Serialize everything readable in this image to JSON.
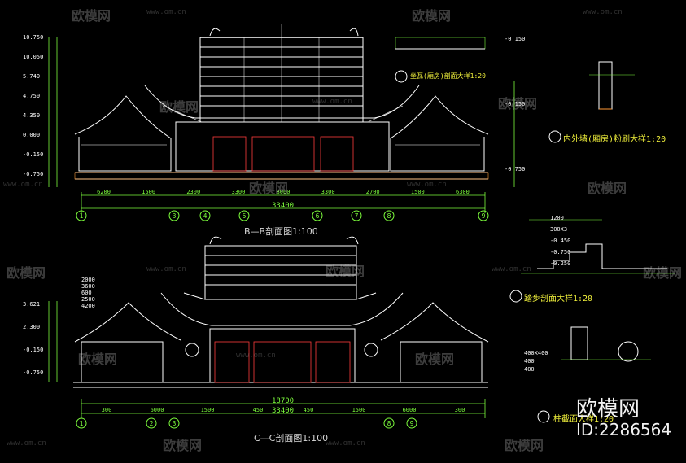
{
  "drawing": {
    "section_bb_title": "B—B剖面图1:100",
    "section_cc_title": "C—C剖面图1:100",
    "detail_wall_title": "内外墙(厢房)粉刷大样1:20",
    "detail_step_title": "踏步剖面大样1:20",
    "detail_col_title": "柱截面大样1:20",
    "detail_roof_title": "坐瓦(厢房)剖面大样1:20",
    "bb_total": "33400",
    "bb_spans": [
      "6200",
      "1500",
      "2300",
      "3300",
      "8000",
      "3300",
      "2700",
      "1500",
      "6300"
    ],
    "bb_axes": [
      "1",
      "3",
      "4",
      "5",
      "6",
      "7",
      "8",
      "9"
    ],
    "cc_total_main": "18700",
    "cc_total": "33400",
    "cc_spans": [
      "300",
      "6000",
      "1500",
      "450",
      "450",
      "1500",
      "6000",
      "300"
    ],
    "cc_axes": [
      "1",
      "2",
      "3",
      "8",
      "9"
    ],
    "bb_levels": [
      "10.750",
      "10.050",
      "5.740",
      "4.750",
      "4.350",
      "0.000",
      "-0.150",
      "-0.750"
    ],
    "cc_levels": [
      "3.621",
      "2.300",
      "-0.150",
      "-0.750"
    ],
    "wall_levels": [
      "-0.150",
      "-0.150",
      "-0.750"
    ],
    "step_dims": [
      "1200",
      "300X3",
      "-0.450",
      "-0.750",
      "-0.250"
    ],
    "col_dims": [
      "400X400",
      "400",
      "400"
    ],
    "dims_misc": [
      "2000",
      "3600",
      "600",
      "2500",
      "4200"
    ]
  },
  "watermark": {
    "brand": "欧模网",
    "url": "www.om.cn",
    "logo_text": "欧模网",
    "id_text": "ID:2286564"
  },
  "colors": {
    "line": "#ffffff",
    "green": "#7cfc3c",
    "cyan": "#3cf0ff",
    "magenta": "#ff3cff",
    "yellow": "#f2f23c",
    "red": "#ff3c3c",
    "orange": "#ff9933",
    "background": "#000000"
  }
}
